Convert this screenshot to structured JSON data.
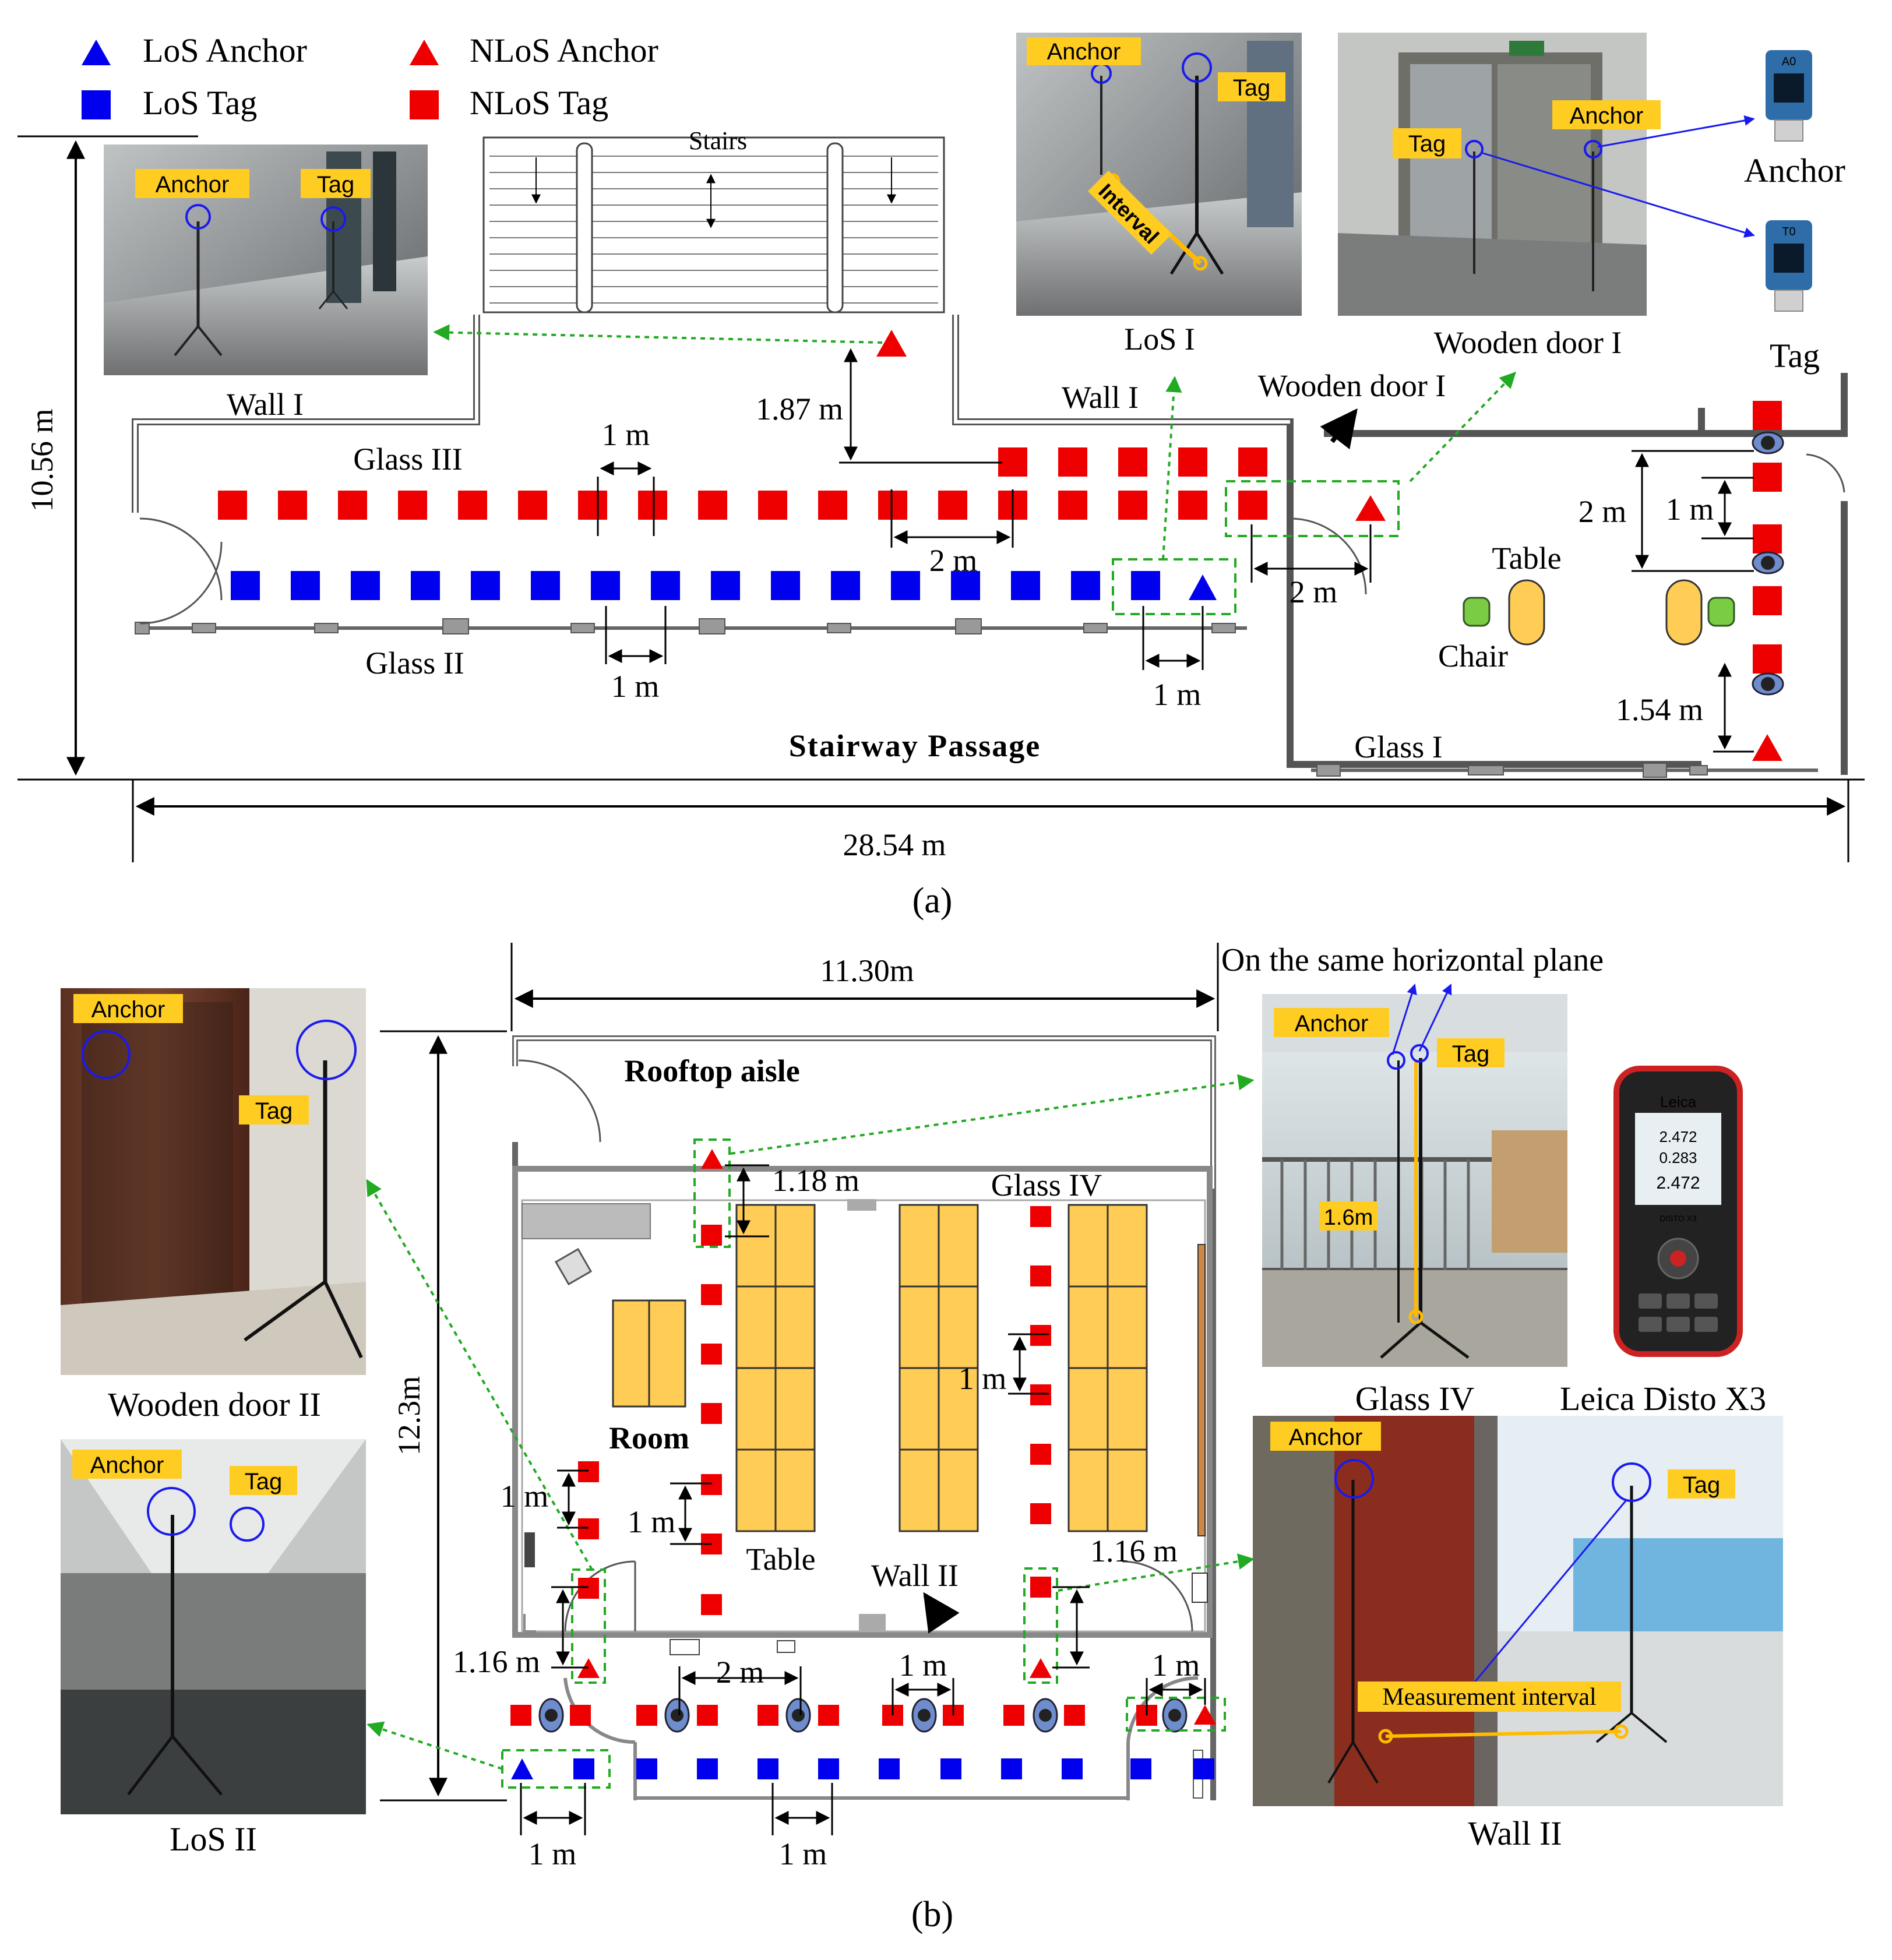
{
  "legend": {
    "los_anchor": "LoS Anchor",
    "nlos_anchor": "NLoS Anchor",
    "los_tag": "LoS Tag",
    "nlos_tag": "NLoS Tag",
    "colors": {
      "los": "#0000ee",
      "nlos": "#ee0000"
    }
  },
  "panel_a": {
    "caption": "(a)",
    "stairs": "Stairs",
    "passage": "Stairway Passage",
    "width": "28.54 m",
    "height": "10.56 m",
    "labels": {
      "wall1_left": "Wall I",
      "wall1_right": "Wall I",
      "glass3": "Glass III",
      "glass2": "Glass II",
      "glass1": "Glass I",
      "wooden_door1": "Wooden door I",
      "table": "Table",
      "chair": "Chair"
    },
    "dims": {
      "d_187": "1.87 m",
      "d_1m_top": "1 m",
      "d_2m_mid": "2 m",
      "d_1m_bottom": "1 m",
      "d_1m_los": "1 m",
      "d_2m_door": "2 m",
      "d_2m_right": "2 m",
      "d_1m_right": "1 m",
      "d_154": "1.54 m"
    },
    "photos": {
      "wall1": {
        "caption": "",
        "anchor": "Anchor",
        "tag": "Tag"
      },
      "los1": {
        "caption": "LoS I",
        "anchor": "Anchor",
        "tag": "Tag",
        "interval": "Interval"
      },
      "wooden1": {
        "caption": "Wooden door I",
        "anchor": "Anchor",
        "tag": "Tag"
      },
      "device_anchor": {
        "caption": "Anchor",
        "chip": "A0"
      },
      "device_tag": {
        "caption": "Tag",
        "chip": "T0"
      }
    }
  },
  "panel_b": {
    "caption": "(b)",
    "width": "11.30m",
    "height": "12.3m",
    "aisle": "Rooftop aisle",
    "room": "Room",
    "labels": {
      "glass4": "Glass IV",
      "table": "Table",
      "wall2": "Wall II",
      "same_plane": "On the same horizontal plane"
    },
    "dims": {
      "d_118": "1.18 m",
      "d_1m_left": "1 m",
      "d_1m_mid": "1 m",
      "d_1m_right": "1 m",
      "d_116_left": "1.16 m",
      "d_116_right": "1.16 m",
      "d_2m_aisle": "2 m",
      "d_1m_aisle1": "1 m",
      "d_1m_aisle2": "1 m",
      "d_1m_bot1": "1 m",
      "d_1m_bot2": "1 m"
    },
    "photos": {
      "wooden2": {
        "caption": "Wooden door II",
        "anchor": "Anchor",
        "tag": "Tag"
      },
      "los2": {
        "caption": "LoS II",
        "anchor": "Anchor",
        "tag": "Tag"
      },
      "glass4": {
        "caption": "Glass IV",
        "anchor": "Anchor",
        "tag": "Tag",
        "height": "1.6m"
      },
      "leica": {
        "caption": "Leica Disto X3",
        "brand": "Leica",
        "model": "DISTO X3",
        "readings": [
          "2.472",
          "0.283",
          "2.472"
        ]
      },
      "wall2": {
        "caption": "Wall II",
        "anchor": "Anchor",
        "tag": "Tag",
        "interval": "Measurement interval"
      }
    }
  }
}
